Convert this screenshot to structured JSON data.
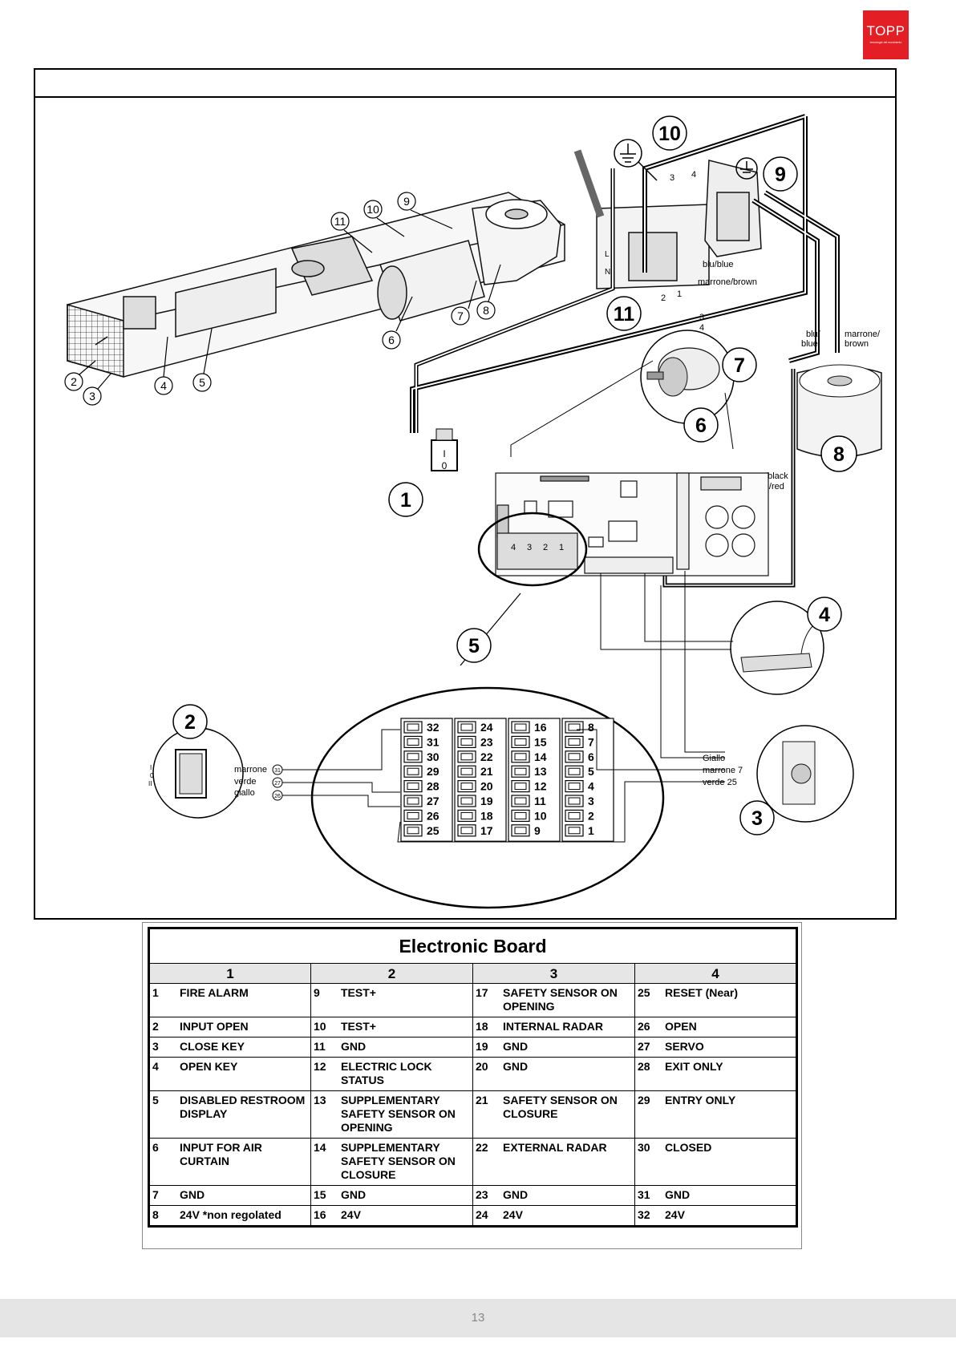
{
  "brand": {
    "logo_text": "TOPP",
    "logo_tagline": "tecnologie del movimento"
  },
  "diagram": {
    "callouts": [
      "1",
      "2",
      "3",
      "4",
      "5",
      "6",
      "7",
      "8",
      "9",
      "10",
      "11"
    ],
    "labels": {
      "blu_blue": "blu/blue",
      "marrone_brown": "marrone/brown",
      "blu_right_1": "blu/",
      "blu_right_2": "blue",
      "marrone_right_1": "marrone/",
      "marrone_right_2": "brown",
      "nero_black": "nero/black",
      "rosso_red": "rosso/red",
      "giallo": "Giallo",
      "marrone_7": "marrone 7",
      "verde_25": "verde 25",
      "marrone": "marrone",
      "verde": "verde",
      "giallo_lc": "giallo",
      "wire_3": "3",
      "wire_4": "4",
      "wire_2": "2",
      "wire_1": "1",
      "switch_on": "I",
      "switch_off": "0",
      "pin_31": "31",
      "pin_27": "27",
      "pin_26": "26",
      "plug_L": "L",
      "plug_N": "N",
      "sw_I": "I",
      "sw_0": "0",
      "sw_II": "II"
    },
    "terminal_blocks": [
      [
        "32",
        "31",
        "30",
        "29",
        "28",
        "27",
        "26",
        "25"
      ],
      [
        "24",
        "23",
        "22",
        "21",
        "20",
        "19",
        "18",
        "17"
      ],
      [
        "16",
        "15",
        "14",
        "13",
        "12",
        "11",
        "10",
        "9"
      ],
      [
        "8",
        "7",
        "6",
        "5",
        "4",
        "3",
        "2",
        "1"
      ]
    ],
    "board_block_labels": [
      "4",
      "3",
      "2",
      "1"
    ]
  },
  "table": {
    "title": "Electronic Board",
    "column_headers": [
      "1",
      "2",
      "3",
      "4"
    ],
    "rows": [
      [
        {
          "n": "1",
          "t": "FIRE ALARM"
        },
        {
          "n": "9",
          "t": "TEST+"
        },
        {
          "n": "17",
          "t": "SAFETY SENSOR ON OPENING"
        },
        {
          "n": "25",
          "t": "RESET  (Near)"
        }
      ],
      [
        {
          "n": "2",
          "t": "INPUT OPEN"
        },
        {
          "n": "10",
          "t": "TEST+"
        },
        {
          "n": "18",
          "t": "INTERNAL RADAR"
        },
        {
          "n": "26",
          "t": "OPEN"
        }
      ],
      [
        {
          "n": "3",
          "t": "CLOSE KEY"
        },
        {
          "n": "11",
          "t": "GND"
        },
        {
          "n": "19",
          "t": "GND"
        },
        {
          "n": "27",
          "t": "SERVO"
        }
      ],
      [
        {
          "n": "4",
          "t": "OPEN KEY"
        },
        {
          "n": "12",
          "t": "ELECTRIC LOCK STATUS"
        },
        {
          "n": "20",
          "t": "GND"
        },
        {
          "n": "28",
          "t": "EXIT ONLY"
        }
      ],
      [
        {
          "n": "5",
          "t": "DISABLED RESTROOM DISPLAY"
        },
        {
          "n": "13",
          "t": "SUPPLEMENTARY SAFETY SENSOR ON OPENING"
        },
        {
          "n": "21",
          "t": "SAFETY SENSOR ON CLOSURE"
        },
        {
          "n": "29",
          "t": "ENTRY ONLY"
        }
      ],
      [
        {
          "n": "6",
          "t": "INPUT FOR AIR CURTAIN"
        },
        {
          "n": "14",
          "t": "SUPPLEMENTARY SAFETY SENSOR ON CLOSURE"
        },
        {
          "n": "22",
          "t": "EXTERNAL RADAR"
        },
        {
          "n": "30",
          "t": "CLOSED"
        }
      ],
      [
        {
          "n": "7",
          "t": "GND"
        },
        {
          "n": "15",
          "t": "GND"
        },
        {
          "n": "23",
          "t": "GND"
        },
        {
          "n": "31",
          "t": "GND"
        }
      ],
      [
        {
          "n": "8",
          "t": "24V     *non regolated"
        },
        {
          "n": "16",
          "t": "24V"
        },
        {
          "n": "24",
          "t": "24V"
        },
        {
          "n": "32",
          "t": "24V"
        }
      ]
    ]
  },
  "footer": {
    "page_number": "13"
  }
}
